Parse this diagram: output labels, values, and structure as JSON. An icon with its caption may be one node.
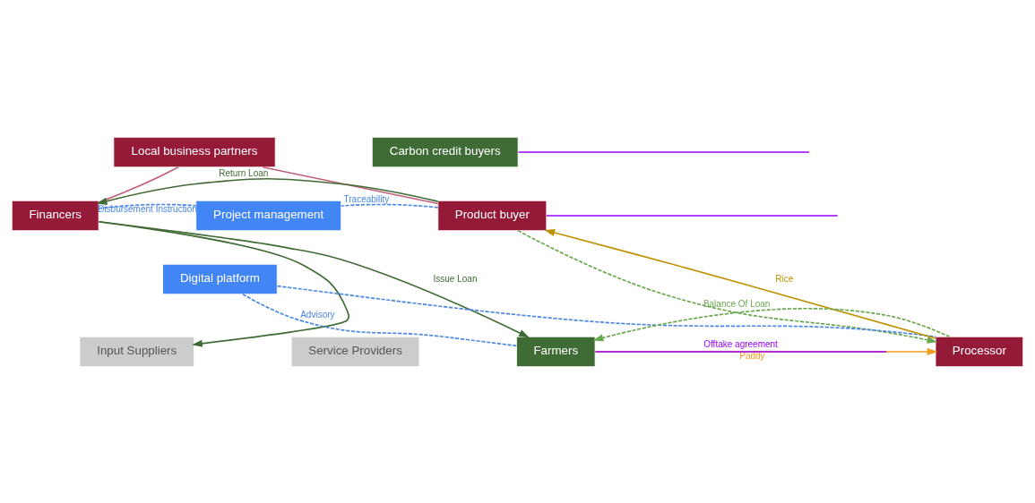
{
  "diagram": {
    "nodes": [
      {
        "text": [
          "Local business partners"
        ]
      },
      {
        "text": [
          "Carbon credit buyers"
        ]
      },
      {
        "text": [
          "Financers"
        ]
      },
      {
        "text": [
          "Product buyer"
        ]
      },
      {
        "text": [
          "Project management"
        ]
      },
      {
        "text": [
          "Digital platform"
        ]
      },
      {
        "text": [
          "Input Suppliers"
        ]
      },
      {
        "text": [
          "Service Providers"
        ]
      },
      {
        "text": [
          "Farmers"
        ]
      },
      {
        "text": [
          "Processor"
        ]
      }
    ],
    "edges": [
      {
        "from": 2,
        "to": 0,
        "arrow": "none",
        "color": "#c0607a"
      },
      {
        "from": 3,
        "to": 0,
        "arrow": "none",
        "color": "#c0607a"
      },
      {
        "from": 3,
        "to": 2,
        "arrow": "to",
        "label": "Return Loan",
        "color": "#3f6b35"
      },
      {
        "from": 2,
        "to": 6,
        "arrow": "to",
        "color": "#3f6b35"
      },
      {
        "from": 2,
        "to": 8,
        "arrow": "to",
        "label": "Issue Loan",
        "color": "#3f6b35"
      },
      {
        "from": 2,
        "to": 4,
        "arrow": "none",
        "label": "Disbursement Instruction",
        "style": "dashed",
        "color": "#4a86e8"
      },
      {
        "from": 5,
        "to": 8,
        "arrow": "none",
        "label": "Advisory",
        "style": "dashed",
        "color": "#4a86e8"
      },
      {
        "from": 3,
        "to": 4,
        "arrow": "none",
        "label": "Traceability",
        "style": "dashed",
        "color": "#4a86e8"
      },
      {
        "from": 5,
        "to": 9,
        "arrow": "none",
        "style": "dashed",
        "color": "#4a86e8"
      },
      {
        "from": 9,
        "to": 8,
        "arrow": "to",
        "label": "Balance Of Loan",
        "style": "dashed",
        "color": "#6aa84f"
      },
      {
        "from": 8,
        "to": 9,
        "arrow": "to",
        "label": "Paddy",
        "color": "#f59b1c"
      },
      {
        "from": 9,
        "to": 3,
        "arrow": "to",
        "label": "Rice",
        "color": "#bf9000"
      },
      {
        "from": 3,
        "to": 9,
        "arrow": "to",
        "style": "dashed",
        "color": "#6aa84f"
      },
      {
        "from": 1,
        "to": null,
        "arrow": "none",
        "color": "#9b00ff"
      },
      {
        "from": 3,
        "to": null,
        "arrow": "none",
        "color": "#9b00ff"
      },
      {
        "from": 8,
        "to": null,
        "arrow": "none",
        "label": "Offtake agreement",
        "color": "#9b00ff"
      }
    ]
  }
}
